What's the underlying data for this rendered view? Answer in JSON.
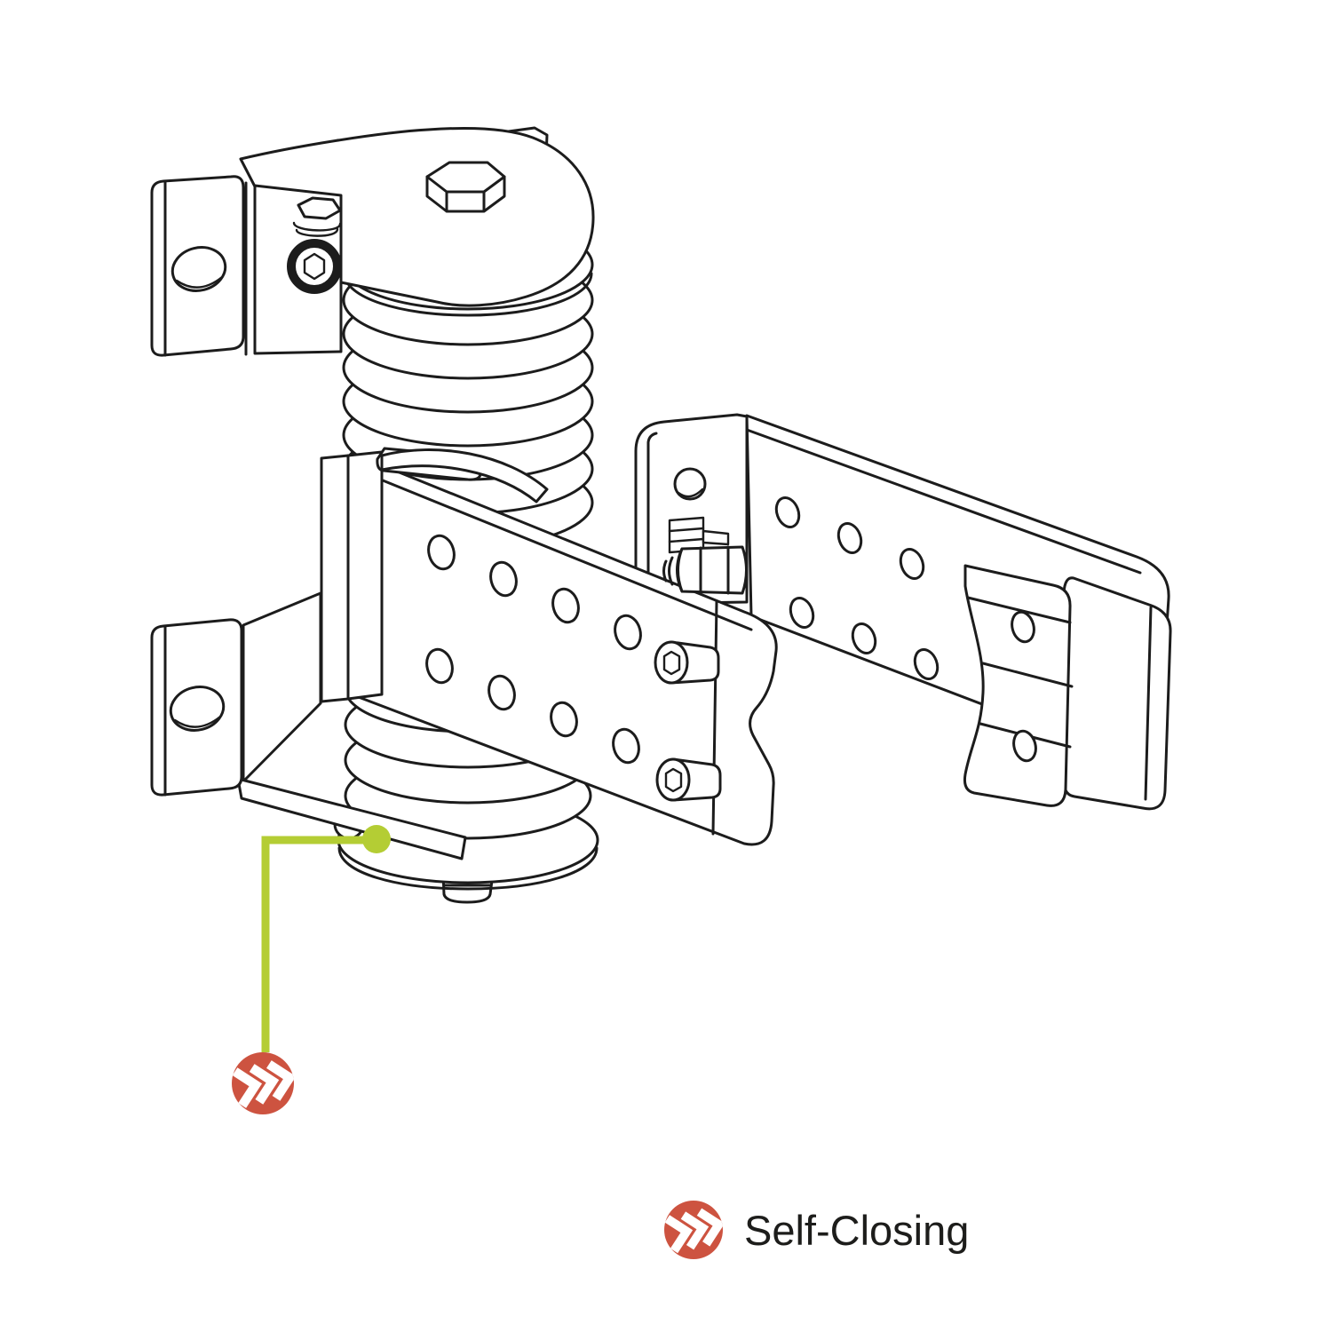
{
  "diagram": {
    "description": "Isometric technical line drawing of a self-closing spring hinge assembly",
    "parts": [
      "top wall bracket",
      "bottom wall bracket",
      "top pivot plate with hex bolt",
      "upper coil spring",
      "lower coil spring with washer and bottom bolt",
      "pivot sleeve",
      "perforated hinge plate with socket screws",
      "arm bracket tab",
      "perforated support arm",
      "end clamp block"
    ]
  },
  "callout": {
    "icon": "self-closing-badge-icon",
    "points_to": "lower spring pivot"
  },
  "legend": {
    "icon": "self-closing-badge-icon",
    "label": "Self-Closing"
  },
  "colors": {
    "background": "#ffffff",
    "line": "#1c1c1c",
    "callout_green": "#b4cd34",
    "badge_red": "#cd5340",
    "badge_glyph": "#ffffff",
    "text": "#1d1d1b"
  }
}
